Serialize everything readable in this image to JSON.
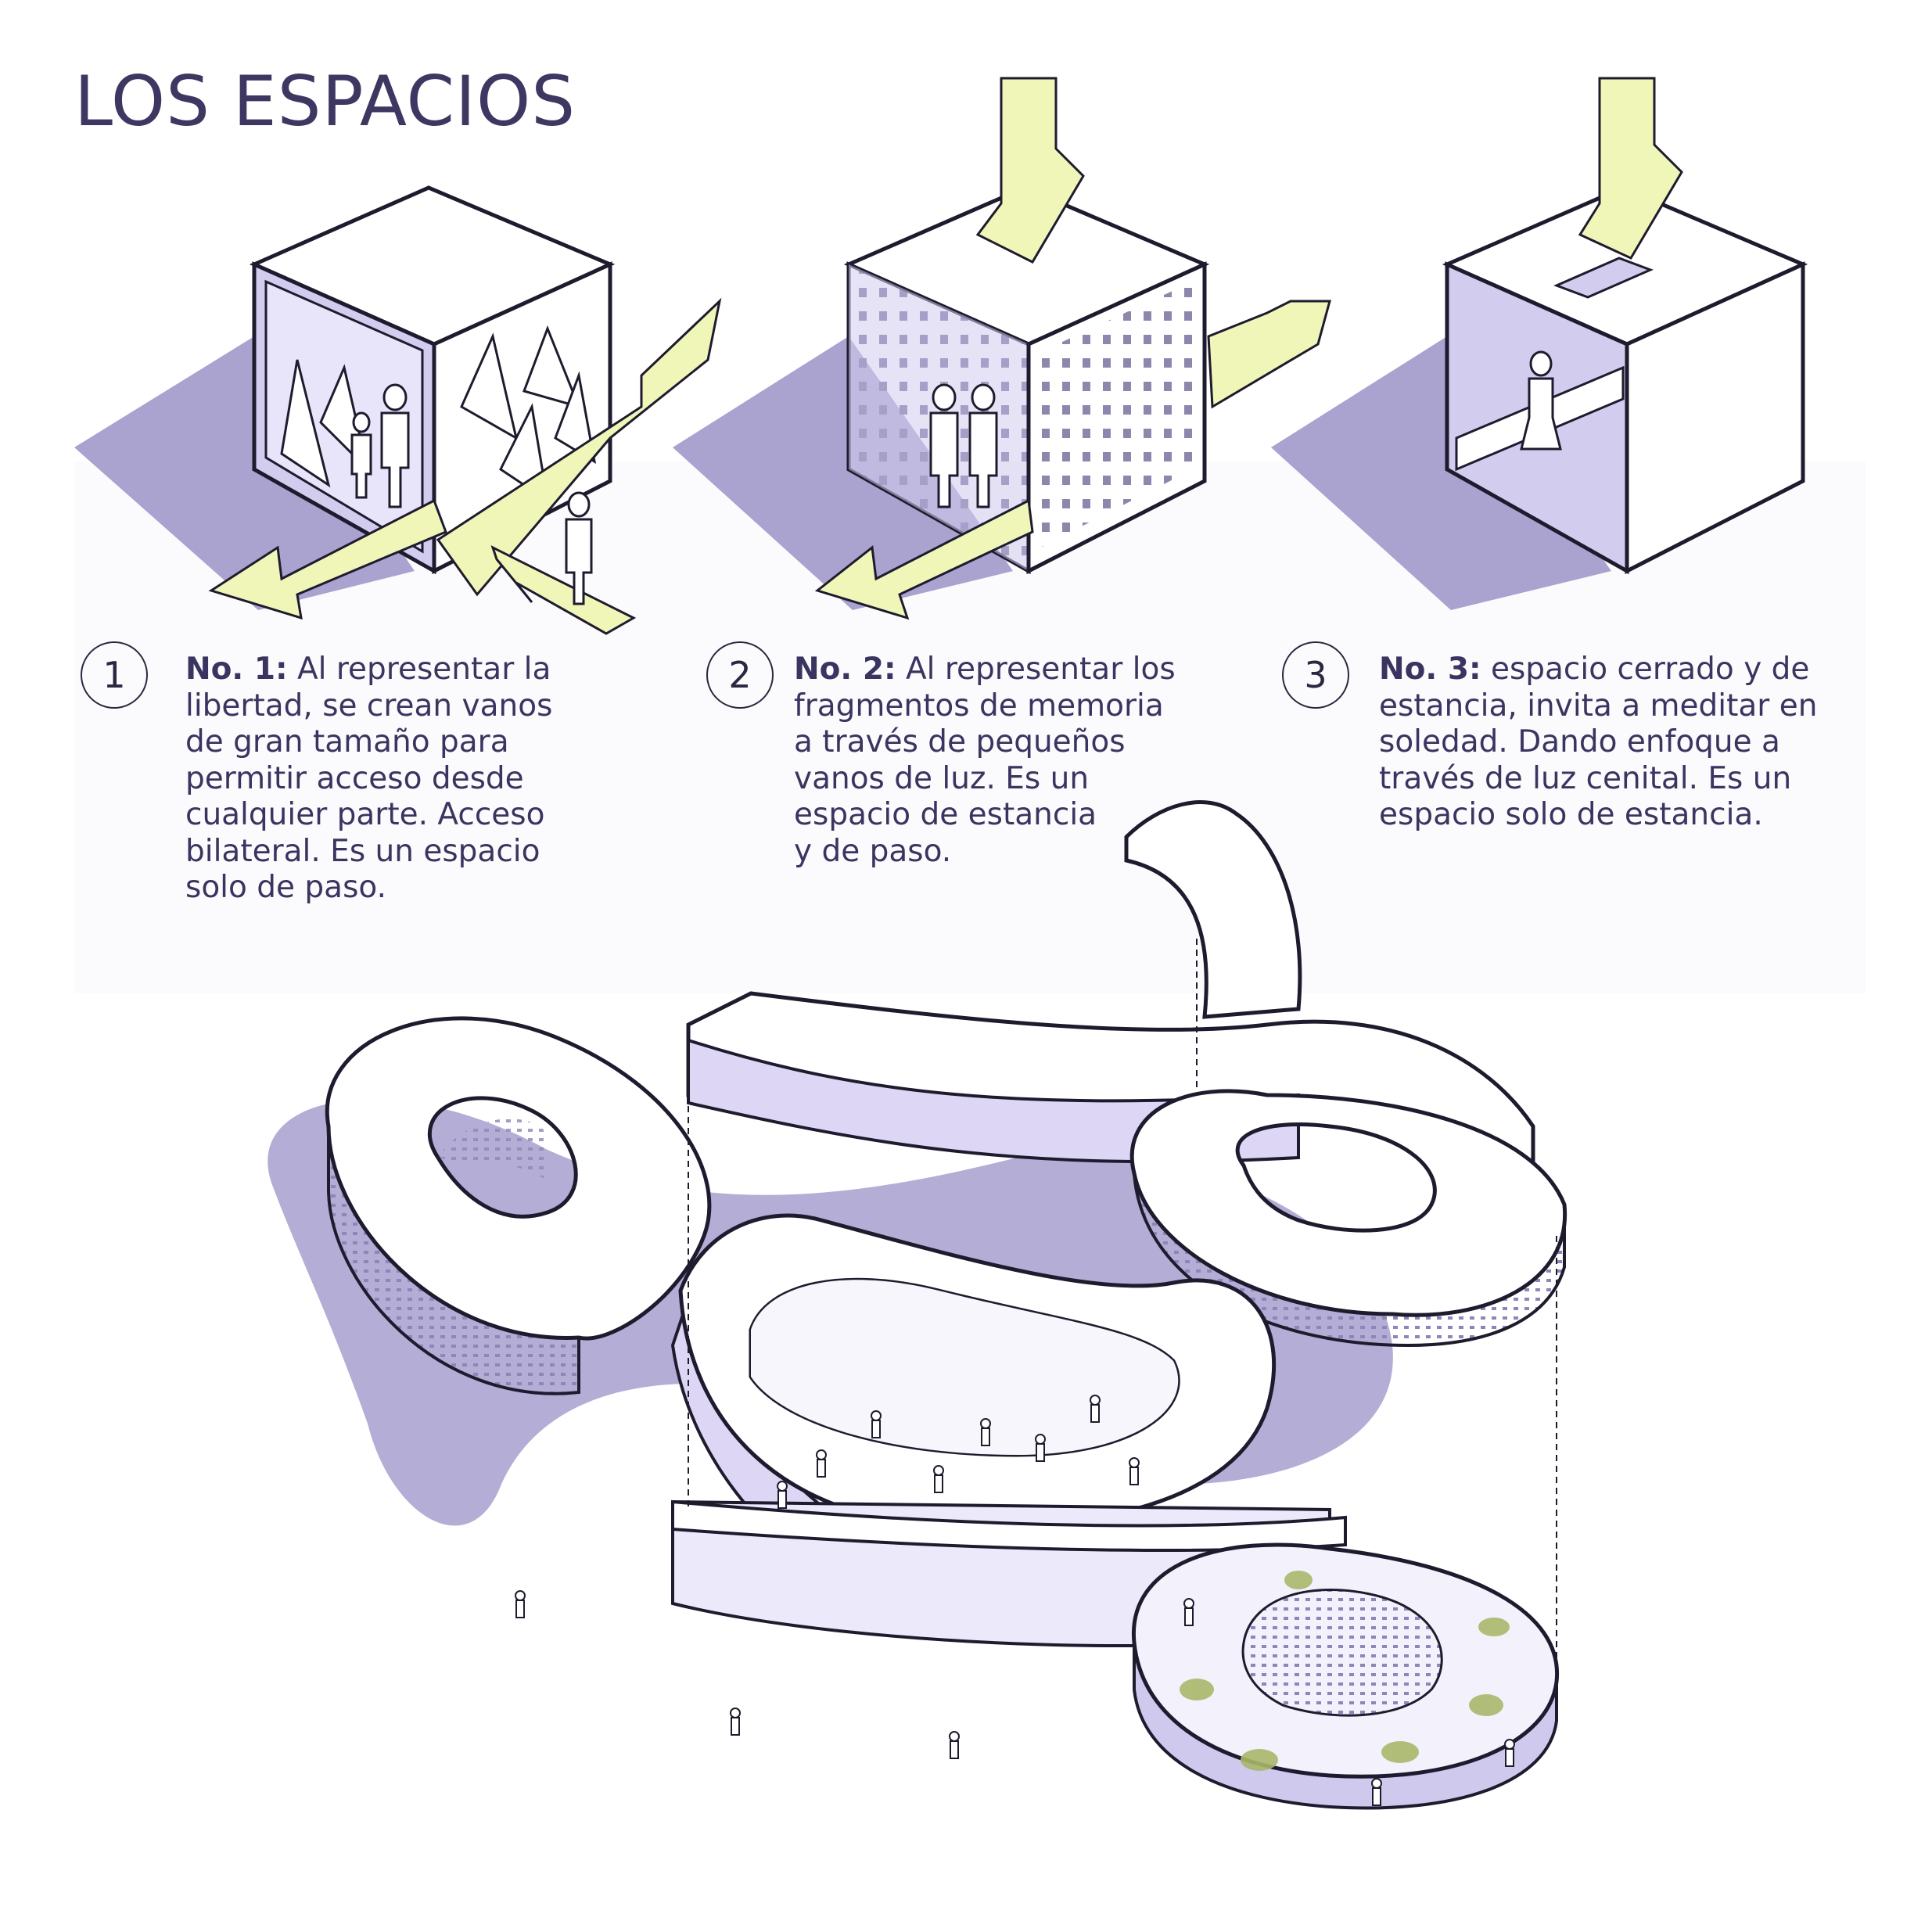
{
  "title": "LOS ESPACIOS",
  "items": [
    {
      "number": "1",
      "heading": "No. 1:",
      "text": " Al representar la\nlibertad, se crean vanos\nde gran tamaño para\npermitir acceso desde\ncualquier parte. Acceso\nbilateral. Es un espacio\nsolo de paso."
    },
    {
      "number": "2",
      "heading": "No. 2:",
      "text": " Al representar los\nfragmentos de memoria\na través de pequeños\nvanos de luz. Es un\nespacio de estancia\ny de paso."
    },
    {
      "number": "3",
      "heading": "No. 3:",
      "text": " espacio cerrado y de\nestancia, invita a meditar en\nsoledad. Dando enfoque a\ntravés de luz cenital. Es un\nespacio solo de estancia."
    }
  ],
  "colors": {
    "text": "#3a3560",
    "shadow": "#9b92c7",
    "cube_inner": "#cfc9ee",
    "arrow": "#f0f6b8",
    "outline": "#1f1b2e"
  }
}
